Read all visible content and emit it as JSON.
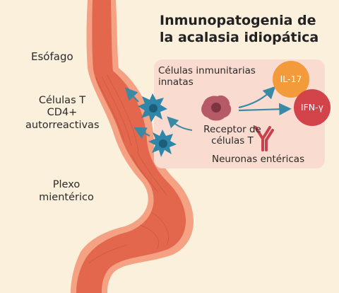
{
  "title": "Inmunopatogenia de la acalasia idiopática",
  "labels": {
    "esofago": "Esófago",
    "celulas_t": "Células T CD4+ autorreactivas",
    "plexo": "Plexo mientérico",
    "innatas": "Células inmunitarias innatas",
    "receptor": "Receptor de células T",
    "neuronas": "Neuronas entéricas"
  },
  "cytokines": {
    "il17": "IL-17",
    "ifng": "IFN-γ"
  },
  "colors": {
    "background": "#FBF0DC",
    "esophagus": "#E2674D",
    "esophagus_outline": "#F4A184",
    "panel": "#F9DCCF",
    "t_cell": "#2E86A8",
    "innate_cell": "#B65A67",
    "il17": "#F39A3A",
    "ifng": "#D2434A",
    "receptor": "#C9414E",
    "arrow": "#3B8AA5"
  }
}
